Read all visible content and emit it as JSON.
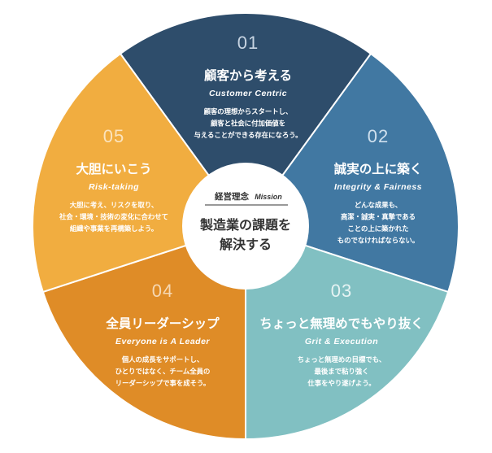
{
  "center": {
    "label": "経営理念",
    "label_en": "Mission",
    "lines": [
      "製造業の課題を",
      "解決する"
    ]
  },
  "segments": [
    {
      "number": "01",
      "title": "顧客から考える",
      "subtitle": "Customer Centric",
      "desc": [
        "顧客の理想からスタートし、",
        "顧客と社会に付加価値を",
        "与えることができる存在になろう。"
      ],
      "color": "#2e4d6b",
      "number_color": "#c7d4e2"
    },
    {
      "number": "02",
      "title": "誠実の上に築く",
      "subtitle": "Integrity & Fairness",
      "desc": [
        "どんな成果も、",
        "高潔・誠実・真摯である",
        "ことの上に築かれた",
        "ものでなければならない。"
      ],
      "color": "#4178a2",
      "number_color": "#cfe0ee"
    },
    {
      "number": "03",
      "title": "ちょっと無理めでもやり抜く",
      "subtitle": "Grit & Execution",
      "desc": [
        "ちょっと無理めの目標でも、",
        "最後まで粘り強く",
        "仕事をやり遂げよう。"
      ],
      "color": "#81c0c2",
      "number_color": "#e6f3f3"
    },
    {
      "number": "04",
      "title": "全員リーダーシップ",
      "subtitle": "Everyone is A Leader",
      "desc": [
        "個人の成長をサポートし、",
        "ひとりではなく、チーム全員の",
        "リーダーシップで事を成そう。"
      ],
      "color": "#df8c27",
      "number_color": "#f6d8b3"
    },
    {
      "number": "05",
      "title": "大胆にいこう",
      "subtitle": "Risk-taking",
      "desc": [
        "大胆に考え、リスクを取り、",
        "社会・環境・技術の変化に合わせて",
        "組織や事業を再構築しよう。"
      ],
      "color": "#f1ad40",
      "number_color": "#fbe3bd"
    }
  ]
}
